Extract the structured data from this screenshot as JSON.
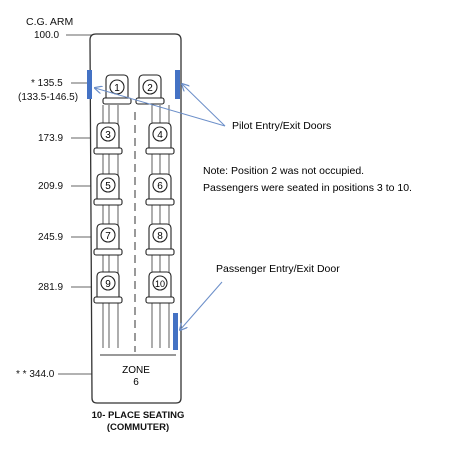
{
  "arm_header": {
    "title": "C.G. ARM",
    "datum": "100.0"
  },
  "arm_rows": [
    {
      "value": "* 135.5",
      "range": "(133.5-146.5)"
    },
    {
      "value": "173.9"
    },
    {
      "value": "209.9"
    },
    {
      "value": "245.9"
    },
    {
      "value": "281.9"
    },
    {
      "value": "* * 344.0"
    }
  ],
  "seats": [
    "1",
    "2",
    "3",
    "4",
    "5",
    "6",
    "7",
    "8",
    "9",
    "10"
  ],
  "zone": {
    "line1": "ZONE",
    "line2": "6"
  },
  "callouts": {
    "pilot_doors": "Pilot Entry/Exit Doors",
    "passenger_door": "Passenger Entry/Exit Door"
  },
  "note": {
    "line1": "Note: Position 2 was not occupied.",
    "line2": "Passengers were seated in positions 3 to 10."
  },
  "caption": {
    "line1": "10- PLACE SEATING",
    "line2": "(COMMUTER)"
  },
  "colors": {
    "door_marker": "#4472c4",
    "arrow": "#6c8fc9",
    "outline": "#333333"
  }
}
